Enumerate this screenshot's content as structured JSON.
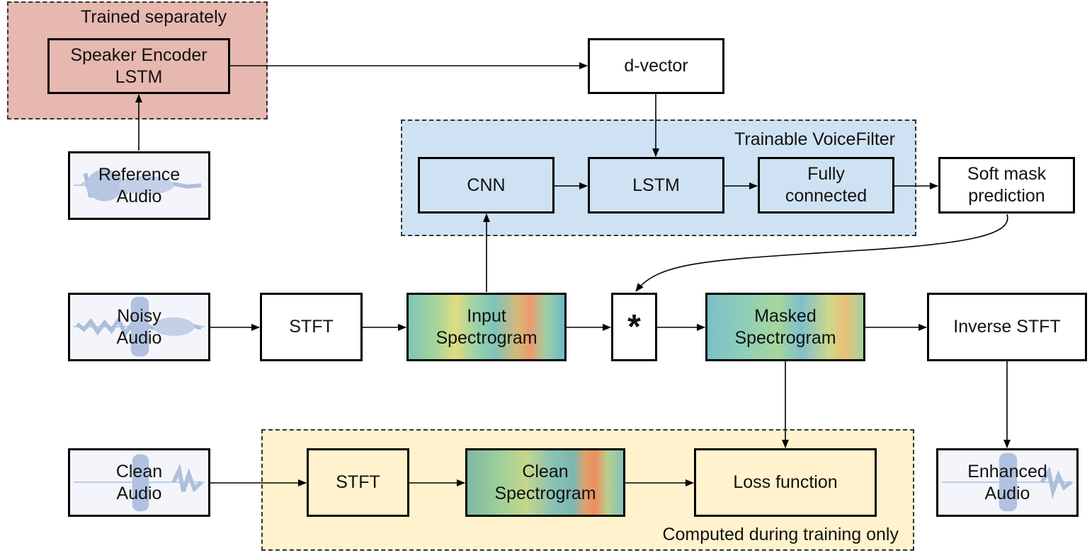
{
  "regions": {
    "trained_separately": "Trained separately",
    "trainable_voicefilter": "Trainable VoiceFilter",
    "training_only": "Computed during training only"
  },
  "nodes": {
    "speaker_encoder": "Speaker Encoder\nLSTM",
    "d_vector": "d-vector",
    "reference_audio": "Reference\nAudio",
    "cnn": "CNN",
    "lstm": "LSTM",
    "fully_connected": "Fully\nconnected",
    "soft_mask": "Soft mask\nprediction",
    "noisy_audio": "Noisy\nAudio",
    "stft_noisy": "STFT",
    "input_spectrogram": "Input\nSpectrogram",
    "multiply": "*",
    "masked_spectrogram": "Masked\nSpectrogram",
    "inverse_stft": "Inverse STFT",
    "clean_audio": "Clean\nAudio",
    "stft_clean": "STFT",
    "clean_spectrogram": "Clean\nSpectrogram",
    "loss_function": "Loss function",
    "enhanced_audio": "Enhanced\nAudio"
  },
  "colors": {
    "trained_separately_fill": "#e6b8af",
    "voicefilter_fill": "#cfe2f3",
    "training_only_fill": "#fff2cc"
  }
}
